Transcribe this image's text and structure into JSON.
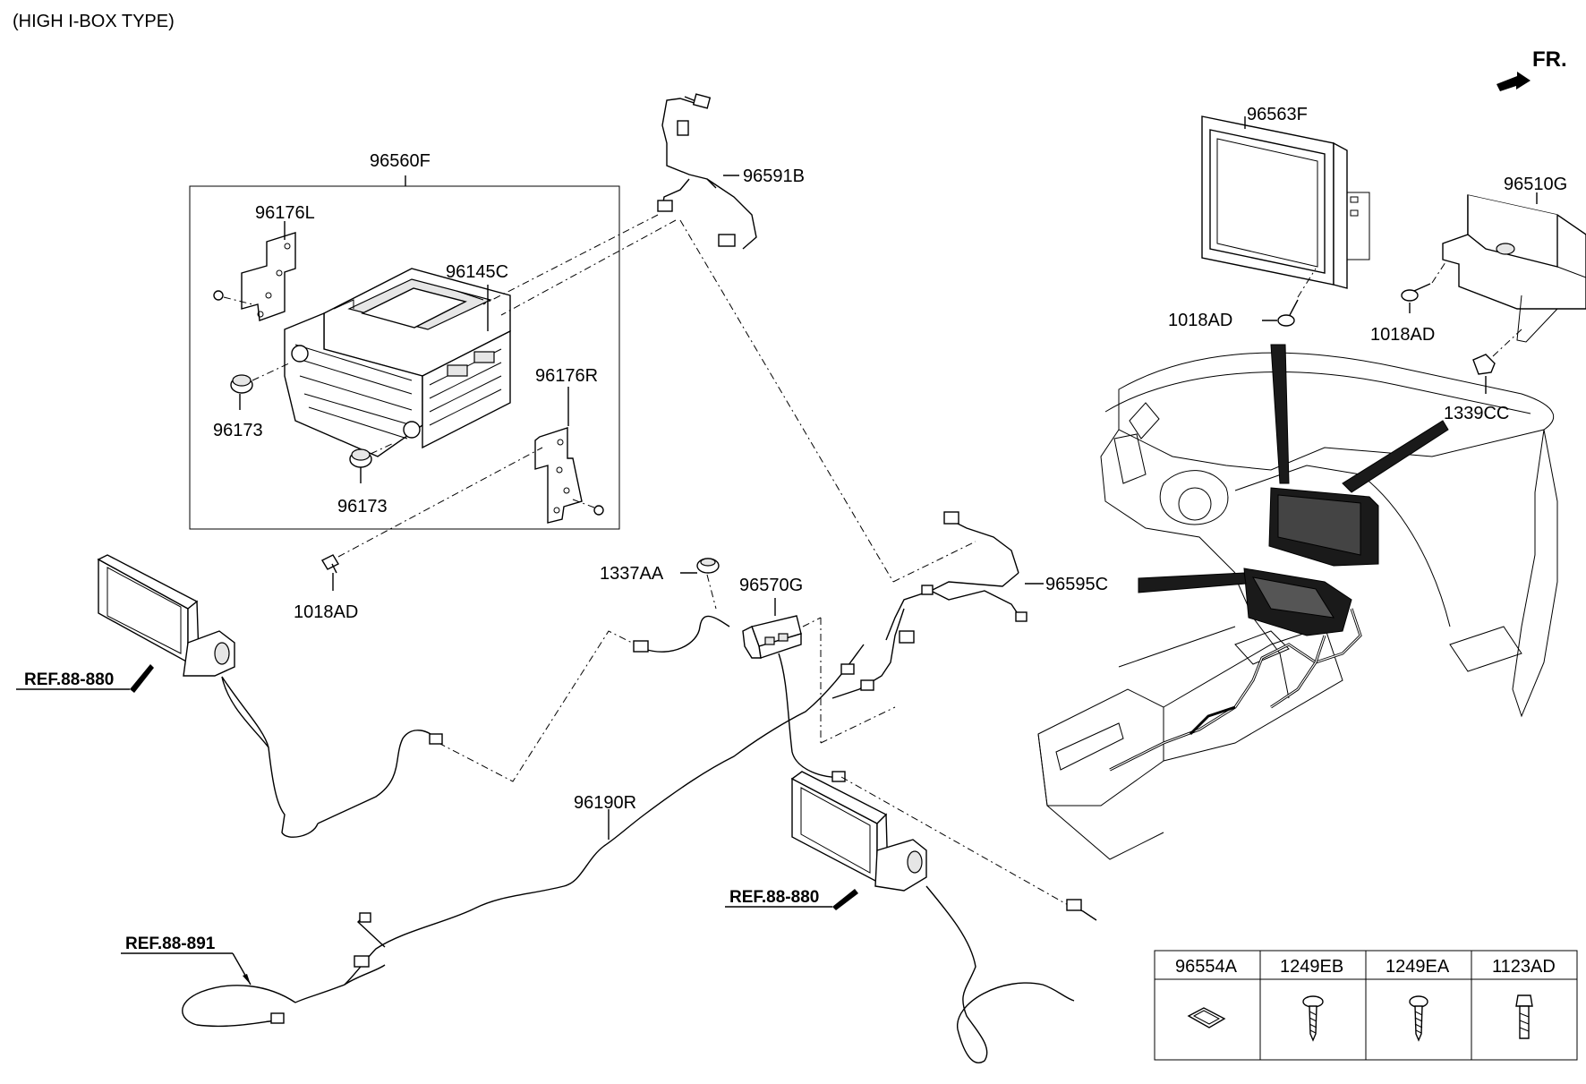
{
  "header": {
    "title": "(HIGH I-BOX TYPE)",
    "direction": "FR."
  },
  "parts": {
    "p96560F": "96560F",
    "p96176L": "96176L",
    "p96145C": "96145C",
    "p96176R": "96176R",
    "p96173a": "96173",
    "p96173b": "96173",
    "p1018AD_a": "1018AD",
    "p96591B": "96591B",
    "p96563F": "96563F",
    "p96510G": "96510G",
    "p1018AD_b": "1018AD",
    "p1018AD_c": "1018AD",
    "p1339CC": "1339CC",
    "p1337AA": "1337AA",
    "p96570G": "96570G",
    "p96595C": "96595C",
    "p96190R": "96190R"
  },
  "refs": {
    "ref_left": "REF.88-880",
    "ref_mid": "REF.88-880",
    "ref_bottom": "REF.88-891"
  },
  "fastener_table": {
    "headers": [
      "96554A",
      "1249EB",
      "1249EA",
      "1123AD"
    ],
    "icons": [
      "pad-icon",
      "screw-icon",
      "tapping-screw-icon",
      "bolt-icon"
    ]
  }
}
